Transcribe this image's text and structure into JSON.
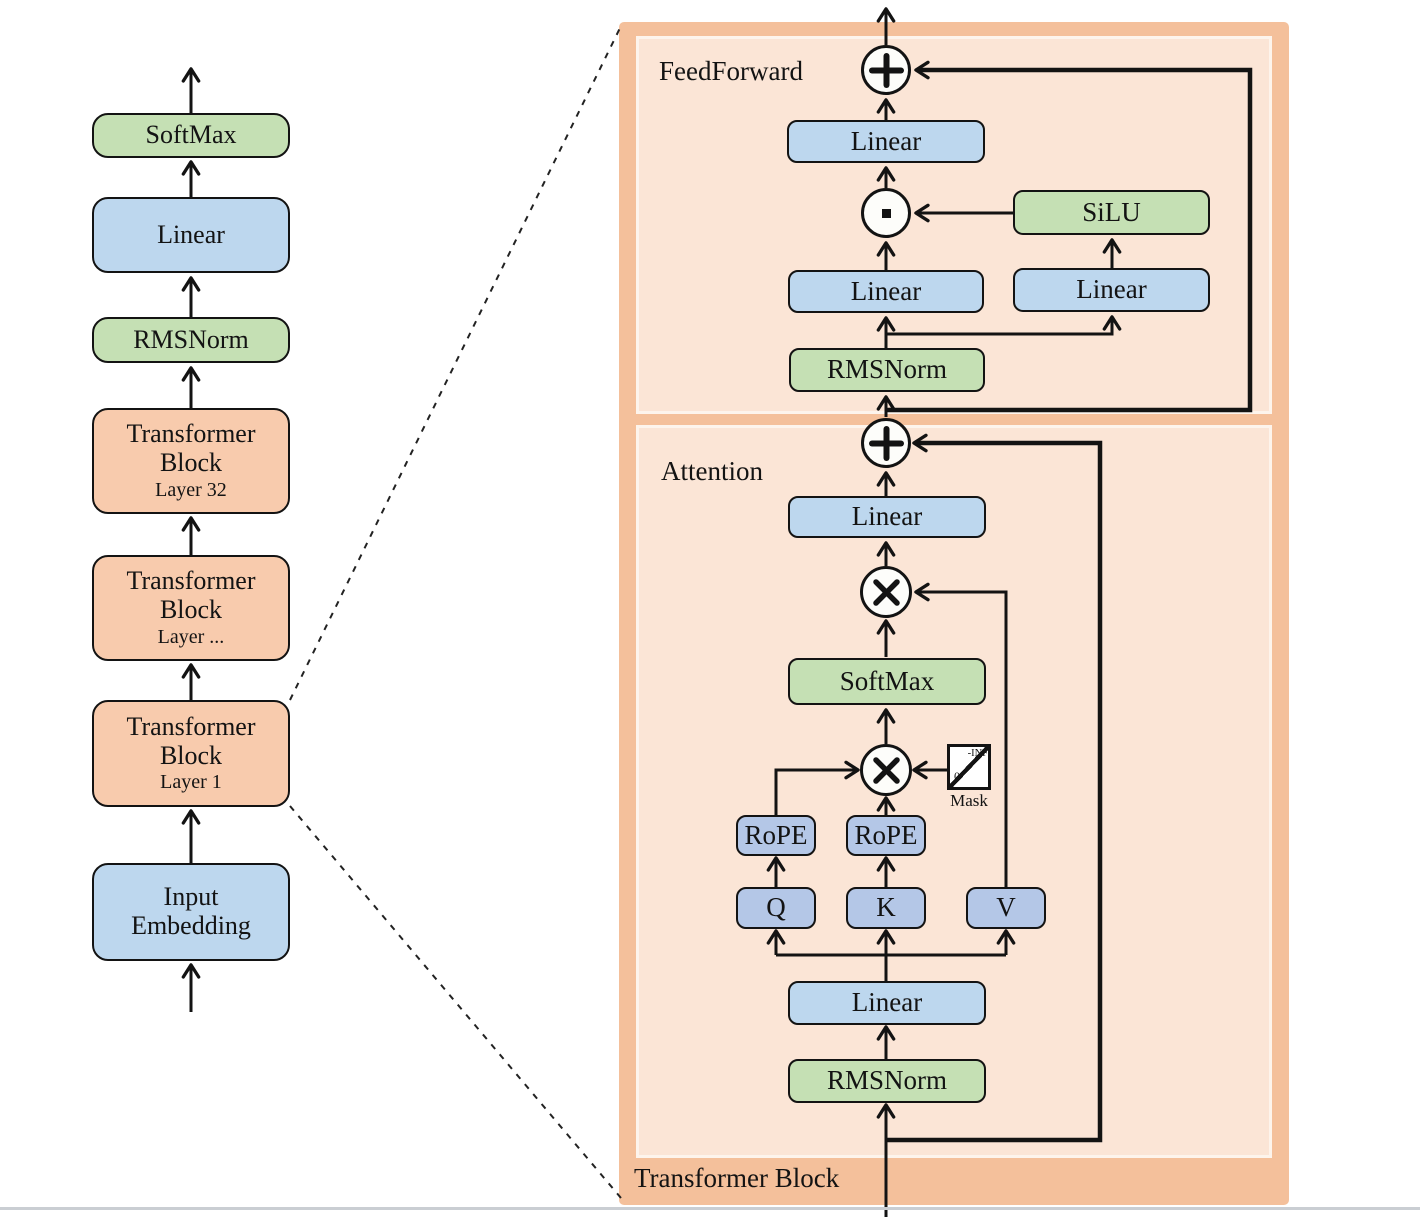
{
  "colors": {
    "blue_box": "#bdd7ee",
    "blue_small_box": "#b4c7e7",
    "green_box": "#c5e0b4",
    "orange_block": "#f8cbad",
    "panel_outer": "#f4c09b",
    "panel_inner": "#fbe5d6",
    "line": "#131313"
  },
  "left_column": {
    "blocks": {
      "softmax": {
        "label": "SoftMax"
      },
      "linear": {
        "label": "Linear"
      },
      "rmsnorm": {
        "label": "RMSNorm"
      },
      "tb32": {
        "line1": "Transformer",
        "line2": "Block",
        "sublabel": "Layer 32"
      },
      "tbmid": {
        "line1": "Transformer",
        "line2": "Block",
        "sublabel": "Layer ..."
      },
      "tb1": {
        "line1": "Transformer",
        "line2": "Block",
        "sublabel": "Layer 1"
      },
      "input_embedding": {
        "line1": "Input",
        "line2": "Embedding"
      }
    }
  },
  "right_panel": {
    "feedforward_label": "FeedForward",
    "attention_label": "Attention",
    "transformer_block_label": "Transformer Block",
    "feedforward": {
      "linear_out": "Linear",
      "silu": "SiLU",
      "linear_gate": "Linear",
      "linear_up": "Linear",
      "rmsnorm": "RMSNorm"
    },
    "attention": {
      "linear_out": "Linear",
      "softmax": "SoftMax",
      "rope_q": "RoPE",
      "rope_k": "RoPE",
      "q": "Q",
      "k": "K",
      "v": "V",
      "linear_in": "Linear",
      "rmsnorm": "RMSNorm",
      "mask": {
        "label": "Mask",
        "neg_inf": "-INF",
        "zero": "0"
      }
    }
  }
}
